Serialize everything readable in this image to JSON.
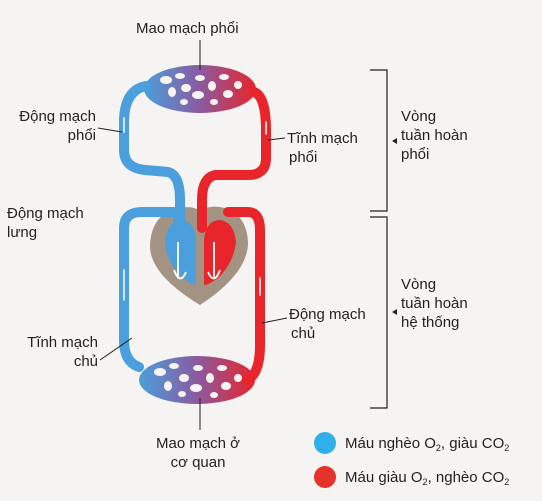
{
  "labels": {
    "mao_mach_phoi": "Mao mạch phổi",
    "dong_mach_phoi": [
      "Động mạch",
      "phổi"
    ],
    "tinh_mach_phoi": [
      "Tĩnh mạch",
      "phổi"
    ],
    "dong_mach_lung": [
      "Động mạch",
      "lưng"
    ],
    "tinh_mach_chu": [
      "Tĩnh mạch",
      "chủ"
    ],
    "dong_mach_chu": [
      "Động mạch",
      "chủ"
    ],
    "mao_mach_co_quan": [
      "Mao mạch ở",
      "cơ quan"
    ],
    "vong_phoi": [
      "Vòng",
      "tuần hoàn",
      "phổi"
    ],
    "vong_he_thong": [
      "Vòng",
      "tuần hoàn",
      "hệ thống"
    ]
  },
  "legend": {
    "blue": {
      "pre": "Máu nghèo O",
      "sub1": "2",
      "mid": ", giàu CO",
      "sub2": "2"
    },
    "red": {
      "pre": "Máu giàu O",
      "sub1": "2",
      "mid": ", nghèo CO",
      "sub2": "2"
    }
  },
  "colors": {
    "blue": "#4a9fdc",
    "blue_light": "#7cc3f0",
    "red": "#e8252b",
    "purple": "#8a5aa0",
    "heart": "#a39382",
    "legend_blue": "#2fb0ea",
    "legend_red": "#e6332a"
  }
}
